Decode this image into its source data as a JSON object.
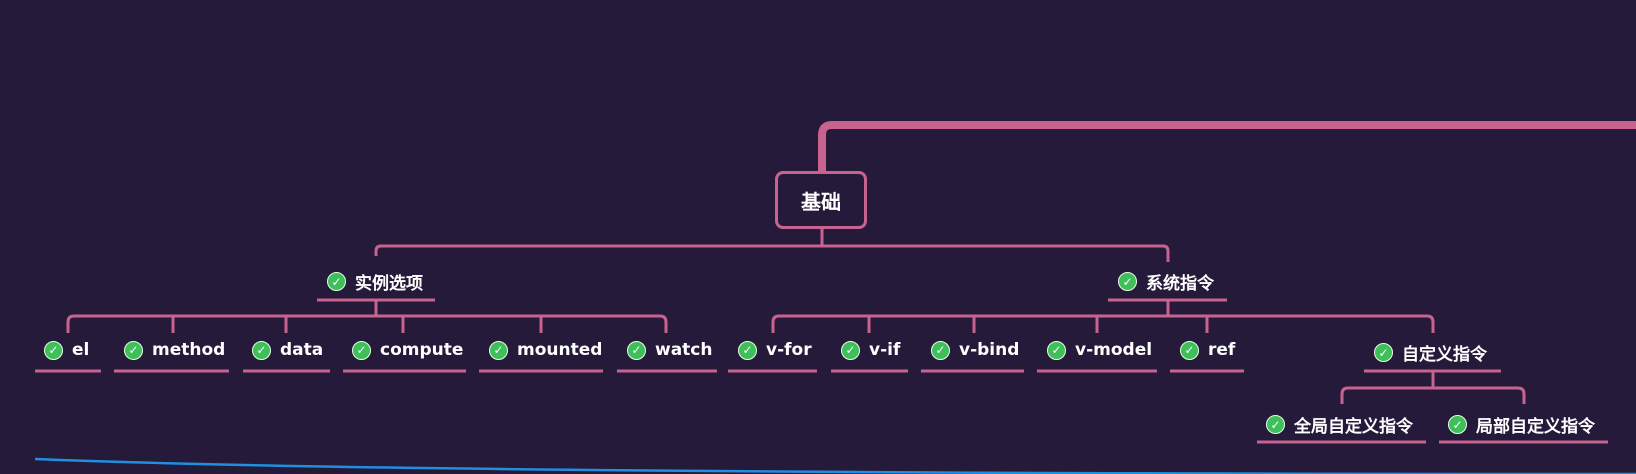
{
  "root": {
    "label": "基础"
  },
  "branches": [
    {
      "label": "实例选项",
      "done": true,
      "children": [
        {
          "label": "el",
          "done": true
        },
        {
          "label": "method",
          "done": true
        },
        {
          "label": "data",
          "done": true
        },
        {
          "label": "compute",
          "done": true
        },
        {
          "label": "mounted",
          "done": true
        },
        {
          "label": "watch",
          "done": true
        }
      ]
    },
    {
      "label": "系统指令",
      "done": true,
      "children": [
        {
          "label": "v-for",
          "done": true
        },
        {
          "label": "v-if",
          "done": true
        },
        {
          "label": "v-bind",
          "done": true
        },
        {
          "label": "v-model",
          "done": true
        },
        {
          "label": "ref",
          "done": true
        },
        {
          "label": "自定义指令",
          "done": true,
          "children": [
            {
              "label": "全局自定义指令",
              "done": true
            },
            {
              "label": "局部自定义指令",
              "done": true
            }
          ]
        }
      ]
    }
  ],
  "icons": {
    "check": "check-circle-icon"
  },
  "colors": {
    "background": "#261a3a",
    "connector": "#c8638f",
    "check": "#3fbf5a",
    "blue_curve": "#1f8fe0"
  }
}
